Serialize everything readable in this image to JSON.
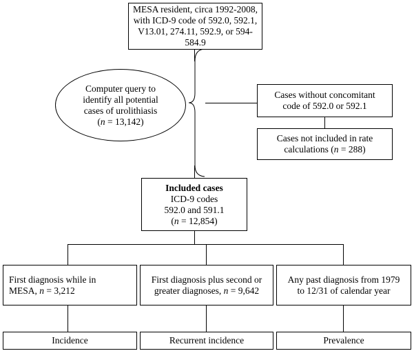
{
  "top_box": {
    "line1": "MESA resident, circa 1992-2008,",
    "line2": "with ICD-9 code of 592.0, 592.1,",
    "line3": "V13.01, 274.11, 592.9, or 594-584.9"
  },
  "query_oval": {
    "line1": "Computer query to",
    "line2": "identify all potential",
    "line3": "cases of urolithiasis",
    "n_open": "(",
    "n_symbol": "n",
    "n_value": " = 13,142)"
  },
  "without_box": {
    "line1": "Cases without concomitant",
    "line2": "code of 592.0 or 592.1"
  },
  "excluded_box": {
    "line1": "Cases not included in rate",
    "line2_prefix": "calculations (",
    "n_symbol": "n",
    "n_value": " = 288)"
  },
  "included_box": {
    "title": "Included cases",
    "line1": "ICD-9 codes",
    "line2": "592.0 and 591.1",
    "n_open": "(",
    "n_symbol": "n",
    "n_value": " = 12,854)"
  },
  "first_box": {
    "line1": "First diagnosis while in",
    "line2_prefix": "MESA, ",
    "n_symbol": "n",
    "n_value": " = 3,212"
  },
  "plus_box": {
    "line1": "First diagnosis plus second or",
    "line2_prefix": "greater diagnoses, ",
    "n_symbol": "n",
    "n_value": " = 9,642"
  },
  "past_box": {
    "line1": "Any past diagnosis from 1979",
    "line2": "to 12/31 of calendar year"
  },
  "outcomes": {
    "incidence": "Incidence",
    "recurrent": "Recurrent incidence",
    "prevalence": "Prevalence"
  }
}
